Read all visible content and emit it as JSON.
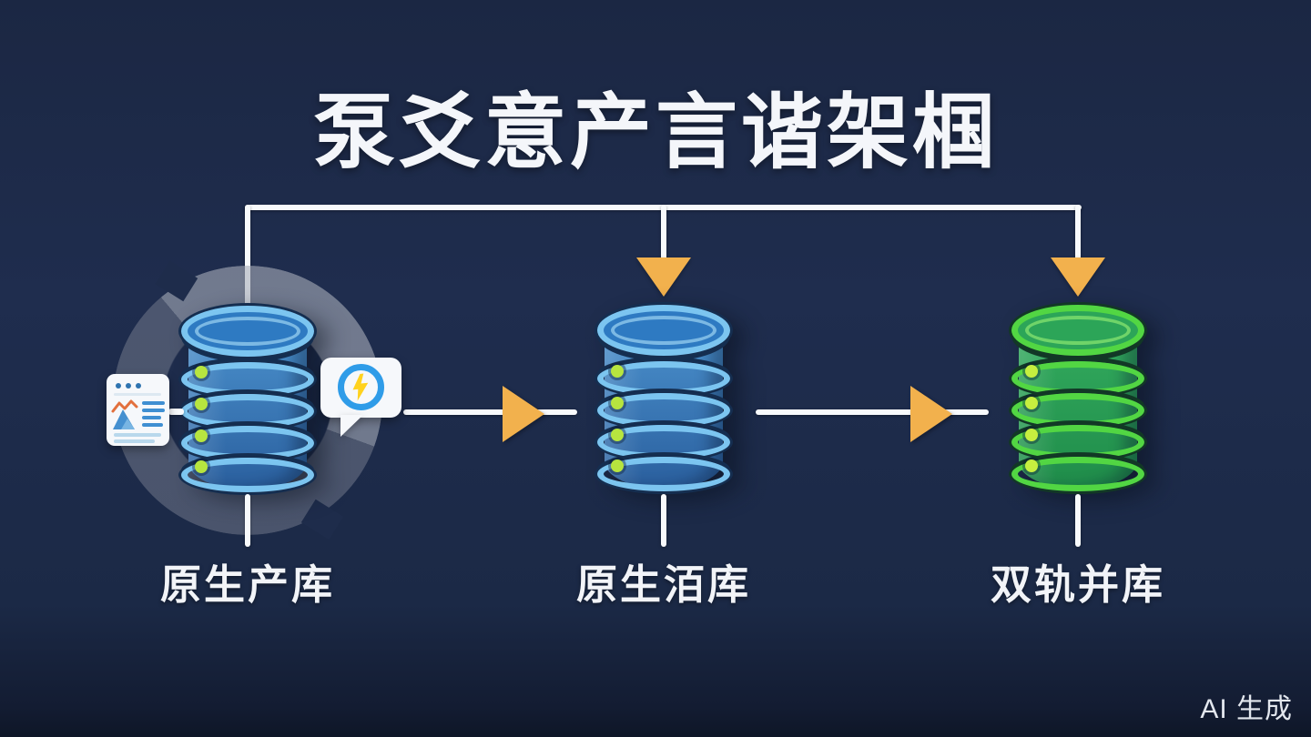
{
  "title": "泵爻意产言谐架椢",
  "watermark": "AI 生成",
  "nodes": [
    {
      "label": "原生产库",
      "scheme": "blue"
    },
    {
      "label": "原生洦库",
      "scheme": "blue"
    },
    {
      "label": "双轨并库",
      "scheme": "green"
    }
  ],
  "flow": {
    "top_branch_targets": [
      "source-database",
      "middle-database",
      "target-database"
    ],
    "horizontal_arrows": [
      "source-to-middle",
      "middle-to-target"
    ]
  },
  "icons": [
    "document-chart-card-icon",
    "lightning-speech-bubble-icon",
    "sync-ring-icon",
    "down-arrowhead-icon",
    "right-arrowhead-icon"
  ],
  "colors": {
    "background": "#1c2846",
    "connector_line": "#f8fafc",
    "arrow": "#f2b14d",
    "db_blue_rim": "#7cc5f0",
    "db_blue_body": "#3177bf",
    "db_green_rim": "#52d643",
    "db_green_body": "#2aa45a",
    "indicator_dot": "#b7e53f",
    "sync_ring": "#9399a8",
    "bubble_ring": "#2f9ce8",
    "lightning_bolt": "#ffd21e",
    "card_accent": "#3f8fd2",
    "title_text": "#f4f6fa"
  }
}
